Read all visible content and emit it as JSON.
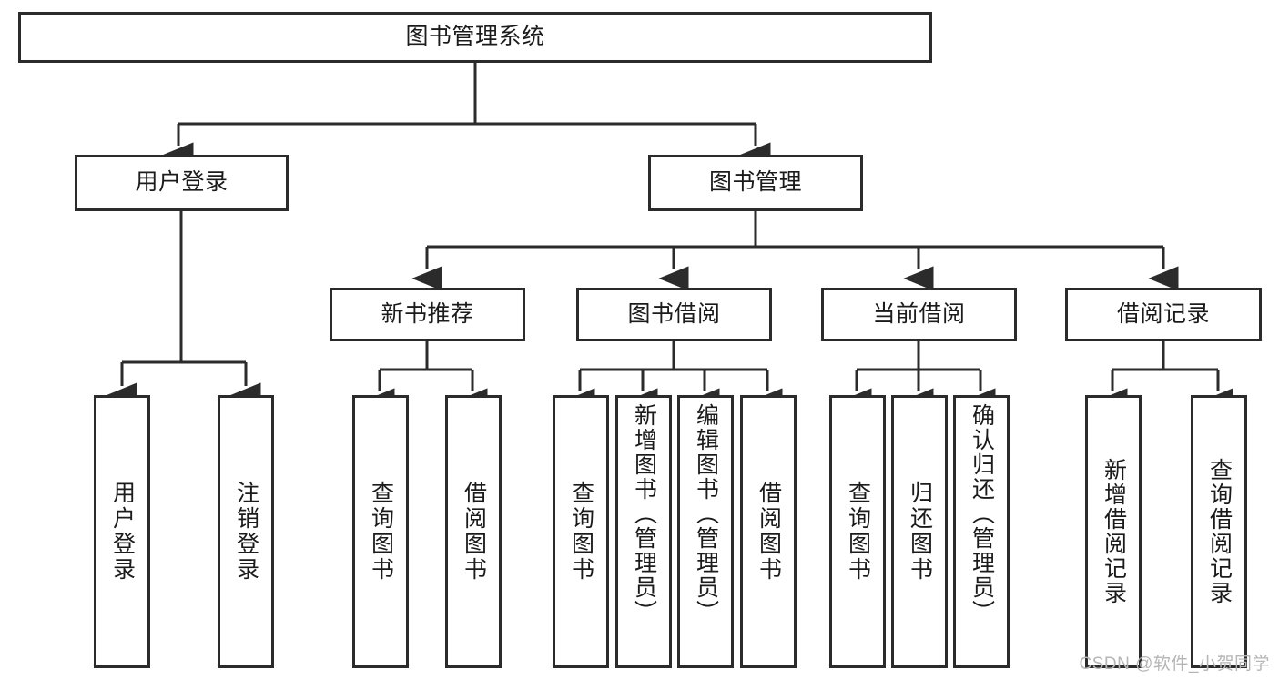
{
  "diagram": {
    "title": "图书管理系统",
    "type": "hierarchy-tree",
    "root": {
      "label": "图书管理系统"
    },
    "level2": [
      {
        "label": "用户登录"
      },
      {
        "label": "图书管理"
      }
    ],
    "level3": [
      {
        "label": "新书推荐"
      },
      {
        "label": "图书借阅"
      },
      {
        "label": "当前借阅"
      },
      {
        "label": "借阅记录"
      }
    ],
    "leaves": {
      "user_login": [
        {
          "label": "用户登录"
        },
        {
          "label": "注销登录"
        }
      ],
      "new_book_recommend": [
        {
          "label": "查询图书"
        },
        {
          "label": "借阅图书"
        }
      ],
      "book_borrow": [
        {
          "label": "查询图书"
        },
        {
          "label": "新增图书（管理员）"
        },
        {
          "label": "编辑图书（管理员）"
        },
        {
          "label": "借阅图书"
        }
      ],
      "current_borrow": [
        {
          "label": "查询图书"
        },
        {
          "label": "归还图书"
        },
        {
          "label": "确认归还（管理员）"
        }
      ],
      "borrow_record": [
        {
          "label": "新增借阅记录"
        },
        {
          "label": "查询借阅记录"
        }
      ]
    }
  },
  "watermark": {
    "text": "CSDN @软件_小贺同学"
  },
  "colors": {
    "border": "#2b2b2b",
    "text": "#1b1b1b",
    "background": "#ffffff",
    "watermark": "#b6b6b6"
  }
}
